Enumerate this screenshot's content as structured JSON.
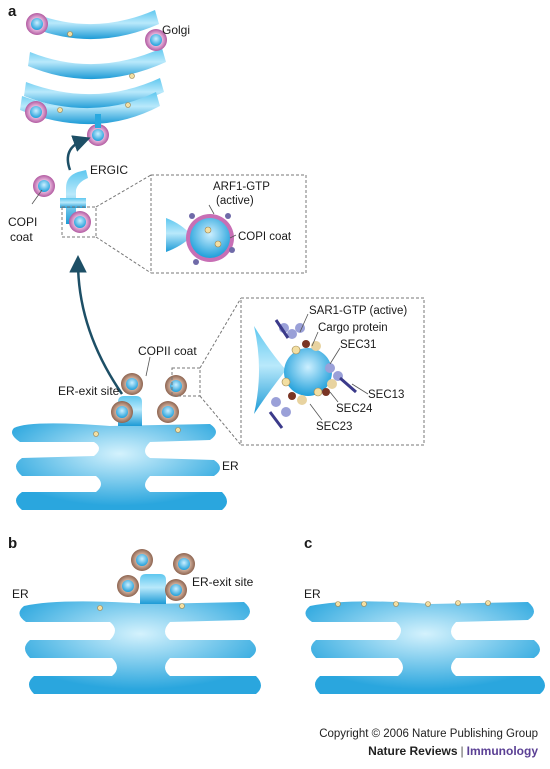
{
  "panels": {
    "a": "a",
    "b": "b",
    "c": "c"
  },
  "labels": {
    "golgi": "Golgi",
    "ergic": "ERGIC",
    "copi_coat_1": "COPI",
    "copi_coat_2": "coat",
    "arf1_1": "ARF1-GTP",
    "arf1_2": "(active)",
    "copi_coat_inset": "COPI coat",
    "sar1": "SAR1-GTP (active)",
    "cargo": "Cargo protein",
    "sec31": "SEC31",
    "sec13": "SEC13",
    "sec24": "SEC24",
    "sec23": "SEC23",
    "copii_coat": "COPII coat",
    "er_exit_site_a": "ER-exit site",
    "er_a": "ER",
    "er_b": "ER",
    "er_exit_site_b": "ER-exit site",
    "er_c": "ER"
  },
  "credit": {
    "copyright": "Copyright © 2006 Nature Publishing Group",
    "journal": "Nature Reviews",
    "separator": "|",
    "section": "Immunology"
  },
  "colors": {
    "membrane": "#29a9e0",
    "membrane_light": "#cdeefb",
    "copi": "#c86fb5",
    "copii": "#a67c68",
    "cargo": "#f3dfa2",
    "arrow": "#1d4f66"
  }
}
